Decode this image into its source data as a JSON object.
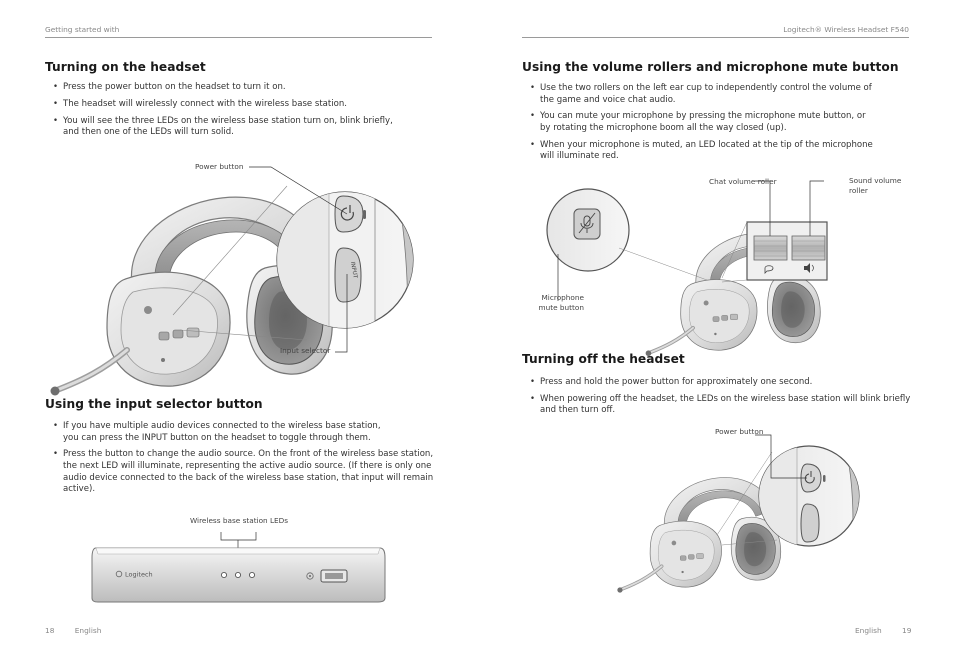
{
  "left_page": {
    "running_head": "Getting started with",
    "page_number": "18",
    "language": "English",
    "section_power_on": {
      "heading": "Turning on the headset",
      "bullets": [
        "Press the power button on the headset to turn it on.",
        "The headset will wirelessly connect with the wireless base station.",
        "You will see the three LEDs on the wireless base station turn on, blink briefly, and then one of the LEDs will turn solid."
      ],
      "callout_power": "Power button",
      "callout_input": "Input selector",
      "input_button_label": "INPUT"
    },
    "section_input": {
      "heading": "Using the input selector button",
      "bullets": [
        "If you have multiple audio devices connected to the wireless base station, you can press the INPUT button on the headset to toggle through them.",
        "Press the button to change the audio source. On the front of the wireless base station, the next LED will illuminate, representing the active audio source. (If there is only one audio device connected to the back of the wireless base station, that input will remain active)."
      ],
      "callout_leds": "Wireless base station LEDs",
      "base_logo": "Logitech"
    }
  },
  "right_page": {
    "running_head": "Logitech® Wireless Headset F540",
    "page_number": "19",
    "language": "English",
    "section_volume": {
      "heading": "Using the volume rollers and microphone mute button",
      "bullets": [
        "Use the two rollers on the left ear cup to independently control the volume of the game and voice chat audio.",
        "You can mute your microphone by pressing the microphone mute button, or by rotating the microphone boom all the way closed (up).",
        "When your microphone is muted, an LED located at the tip of the microphone will illuminate red."
      ],
      "callout_chat": "Chat volume roller",
      "callout_sound": "Sound volume roller",
      "callout_mute": "Microphone mute button"
    },
    "section_power_off": {
      "heading": "Turning off the headset",
      "bullets": [
        "Press and hold the power button for approximately one second.",
        "When powering off the headset, the LEDs on the wireless base station will blink briefly and then turn off."
      ],
      "callout_power": "Power button"
    }
  },
  "colors": {
    "text": "#2b2b2b",
    "heading": "#1a1a1a",
    "rule": "#9a9a9a",
    "device_light": "#e9e9e9",
    "device_mid": "#c9c9c9",
    "device_dark": "#8d8d8d",
    "cushion": "#7a7a7a"
  },
  "icons": [
    "power-icon",
    "microphone-mute-icon",
    "chat-icon",
    "speaker-icon",
    "logitech-logo-icon",
    "usb-icon"
  ]
}
